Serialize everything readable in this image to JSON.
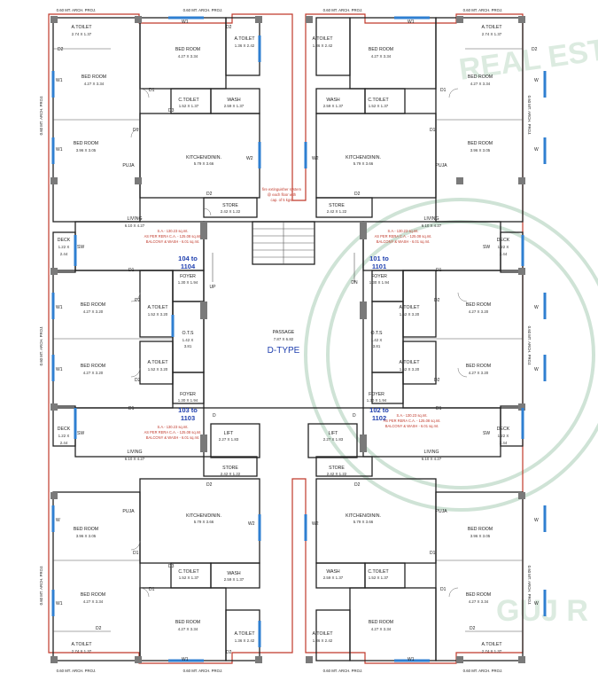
{
  "plan_title": "D-TYPE",
  "passage": {
    "name": "PASSAGE",
    "dim": "7.87 X 6.82"
  },
  "watermark": {
    "top": "REAL ESTATE R",
    "bottom": "GUJ R"
  },
  "fire_note": [
    "fire extinguisher system",
    "@ each floor with",
    "cap. of 5 kgs."
  ],
  "stair_labels": {
    "up": "UP",
    "dn": "DN"
  },
  "proj_label": "0.60 MT. ARCH. PROJ.",
  "window_labels": {
    "w": "W",
    "w1": "W1",
    "w2": "W2",
    "sw": "SW"
  },
  "door_labels": {
    "d": "D",
    "d1": "D1",
    "d2": "D2",
    "d3": "D3"
  },
  "flats": {
    "tl": {
      "no": "104 to",
      "no2": "1104"
    },
    "tr": {
      "no": "101 to",
      "no2": "1101"
    },
    "bl": {
      "no": "103 to",
      "no2": "1103"
    },
    "br": {
      "no": "102 to",
      "no2": "1102"
    }
  },
  "area_block": [
    "S.A.- 130.23 sq.mt.",
    "AS PER RERA C.A. - 125.08 sq.mt.",
    "BALCONY & WASH - 6.01 sq.mt."
  ],
  "rooms": {
    "a_toilet_274": {
      "name": "A.TOILET",
      "dim": "2.74 X 1.37"
    },
    "a_toilet_136": {
      "name": "A.TOILET",
      "dim": "1.36 X 2.42"
    },
    "a_toilet_152": {
      "name": "A.TOILET",
      "dim": "1.52 X 3.20"
    },
    "bed_427_334": {
      "name": "BED ROOM",
      "dim": "4.27 X 3.34"
    },
    "bed_396": {
      "name": "BED ROOM",
      "dim": "3.96 X 3.05"
    },
    "bed_427_320": {
      "name": "BED ROOM",
      "dim": "4.27 X 3.20"
    },
    "c_toilet": {
      "name": "C.TOILET",
      "dim": "1.52 X 1.37"
    },
    "wash": {
      "name": "WASH",
      "dim": "2.59 X 1.37"
    },
    "kitchen": {
      "name": "KITCHEN/DININ.",
      "dim": "5.79 X 3.66"
    },
    "store": {
      "name": "STORE",
      "dim": "2.42 X 1.22"
    },
    "living": {
      "name": "LIVING",
      "dim": "6.10 X 4.27"
    },
    "deck": {
      "name": "DECK",
      "dim": "1.22 X",
      "dim2": "2.44"
    },
    "foyer": {
      "name": "FOYER",
      "dim": "1.30 X 1.94"
    },
    "ots": {
      "name": "O.T.S",
      "dim": "1.42 X",
      "dim2": "3.81"
    },
    "lift": {
      "name": "LIFT",
      "dim": "2.27 X 1.83"
    },
    "puja": {
      "name": "PUJA"
    }
  }
}
